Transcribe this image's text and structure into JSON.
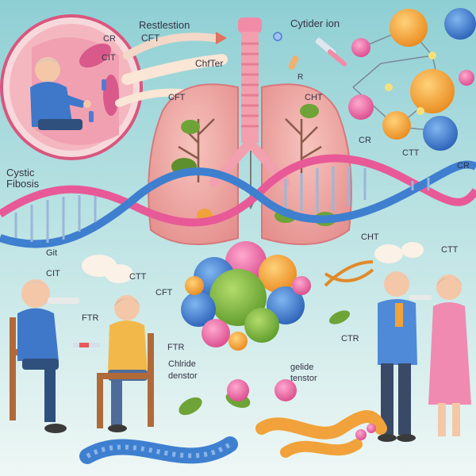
{
  "labels": {
    "restlestion": "Restlestion",
    "cftTop": "CFT",
    "chfter": "ChfTer",
    "cytiderIon": "Cytider ion",
    "crCircle": "CR",
    "citCircle": "CIT",
    "cftLungLeft": "CFT",
    "chtLungRight": "CHT",
    "rMark": "R",
    "crRight": "CR",
    "cttRight": "CTT",
    "crEdge": "CR",
    "cysticFibrosis1": "Cystic",
    "cysticFibrosis2": "Fibosis",
    "chtMid": "CHT",
    "gitLeft": "Git",
    "citLeft": "CIT",
    "cttLeft": "CTT",
    "cftCenter": "CFT",
    "ftrLeft": "FTR",
    "ftrLower": "FTR",
    "ctrRight": "CTR",
    "cttFarRight": "CTT",
    "chlride1": "Chlride",
    "chlride2": "denstor",
    "gelide1": "gelide",
    "gelide2": "tenstor"
  },
  "colors": {
    "bgTop": "#9fd3d6",
    "bgBottom": "#e6f4f3",
    "dnaPink": "#e85a97",
    "dnaBlue": "#3f7fd0",
    "lung": "#f1a7a2",
    "molOrange": "#f2a23a",
    "molBlue": "#3c7ed8",
    "molPink": "#ee6aa7",
    "molGreen": "#7fb63f"
  }
}
